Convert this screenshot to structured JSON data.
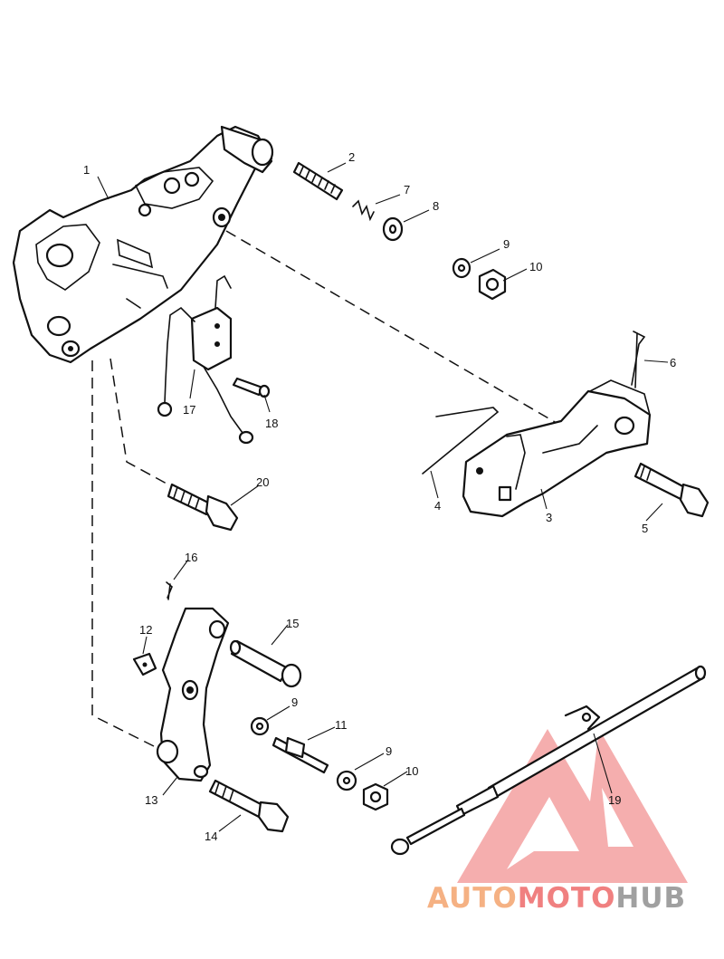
{
  "callouts": [
    {
      "id": "c1",
      "label": "1"
    },
    {
      "id": "c2",
      "label": "2"
    },
    {
      "id": "c3",
      "label": "3"
    },
    {
      "id": "c4",
      "label": "4"
    },
    {
      "id": "c5",
      "label": "5"
    },
    {
      "id": "c6",
      "label": "6"
    },
    {
      "id": "c7",
      "label": "7"
    },
    {
      "id": "c8",
      "label": "8"
    },
    {
      "id": "c9a",
      "label": "9"
    },
    {
      "id": "c10a",
      "label": "10"
    },
    {
      "id": "c9b",
      "label": "9"
    },
    {
      "id": "c11",
      "label": "11"
    },
    {
      "id": "c9c",
      "label": "9"
    },
    {
      "id": "c10b",
      "label": "10"
    },
    {
      "id": "c12",
      "label": "12"
    },
    {
      "id": "c13",
      "label": "13"
    },
    {
      "id": "c14",
      "label": "14"
    },
    {
      "id": "c15",
      "label": "15"
    },
    {
      "id": "c16",
      "label": "16"
    },
    {
      "id": "c17",
      "label": "17"
    },
    {
      "id": "c18",
      "label": "18"
    },
    {
      "id": "c19",
      "label": "19"
    },
    {
      "id": "c20",
      "label": "20"
    }
  ],
  "watermark": {
    "part1": "AUTO",
    "part2": "MOTO",
    "part3": "HUB",
    "colors": {
      "orange": "#f5b183",
      "red": "#f08080",
      "gray": "#a0a0a0"
    }
  }
}
